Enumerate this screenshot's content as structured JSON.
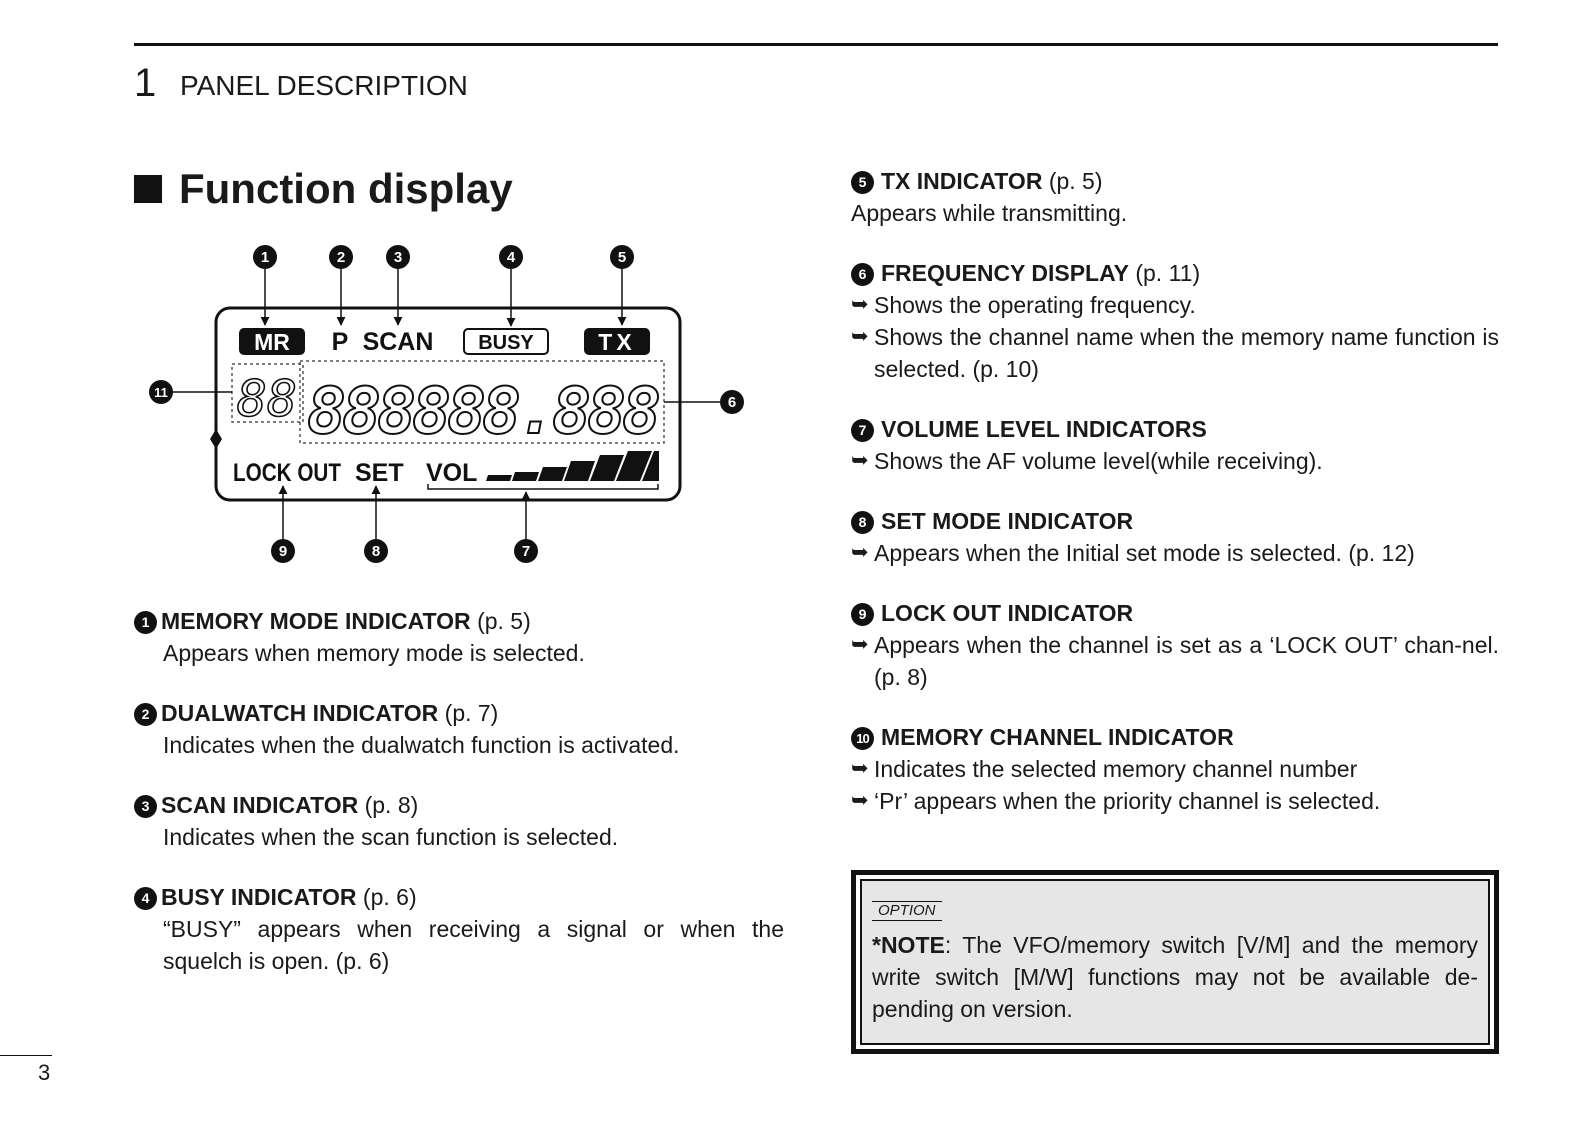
{
  "header": {
    "section_number": "1",
    "section_title": "PANEL DESCRIPTION"
  },
  "main": {
    "title": "Function display"
  },
  "display": {
    "mr": "MR",
    "p": "P",
    "scan": "SCAN",
    "busy": "BUSY",
    "tx": "TX",
    "lockout": "LOCK OUT",
    "set": "SET",
    "vol": "VOL",
    "channel_digits": "88",
    "freq_chars": "888888.888"
  },
  "callouts": [
    "1",
    "2",
    "3",
    "4",
    "5",
    "6",
    "7",
    "8",
    "9",
    "11"
  ],
  "left_items": [
    {
      "num": "1",
      "label": "MEMORY MODE INDICATOR",
      "page": "(p. 5)",
      "desc": "Appears when memory mode is selected."
    },
    {
      "num": "2",
      "label": "DUALWATCH INDICATOR",
      "page": "(p. 7)",
      "desc": "Indicates when the dualwatch function is activated."
    },
    {
      "num": "3",
      "label": "SCAN INDICATOR",
      "page": "(p. 8)",
      "desc": "Indicates when the scan function is selected."
    },
    {
      "num": "4",
      "label": "BUSY INDICATOR",
      "page": "(p. 6)",
      "desc": "“BUSY” appears when receiving a signal or when the squelch is open. (p. 6)"
    }
  ],
  "right_items": [
    {
      "num": "5",
      "label": "TX INDICATOR",
      "page": "(p. 5)",
      "desc": "Appears while transmitting."
    },
    {
      "num": "6",
      "label": "FREQUENCY DISPLAY",
      "page": "(p. 11)",
      "bullets": [
        "Shows the operating frequency.",
        "Shows the channel name when the memory name function is selected. (p. 10)"
      ]
    },
    {
      "num": "7",
      "label": "VOLUME LEVEL INDICATORS",
      "bullets": [
        "Shows the AF volume level(while receiving)."
      ]
    },
    {
      "num": "8",
      "label": "SET MODE INDICATOR",
      "bullets": [
        "Appears when the Initial set mode is selected. (p. 12)"
      ]
    },
    {
      "num": "9",
      "label": "LOCK OUT INDICATOR",
      "bullets": [
        "Appears when the channel is set as a ‘LOCK OUT’ chan-nel. (p. 8)"
      ]
    },
    {
      "num": "10",
      "label": "MEMORY CHANNEL INDICATOR",
      "bullets": [
        "Indicates the selected memory channel number",
        "‘Pr’ appears when the priority channel is selected."
      ]
    }
  ],
  "note": {
    "option": "OPTION",
    "label": "*NOTE",
    "text": ": The VFO/memory switch [V/M] and the memory write switch [M/W] functions may not be available de-pending on version."
  },
  "footer": {
    "page_number": "3"
  },
  "icons": {
    "bullet_arrow": "arrow-right-icon",
    "section_square": "square-icon"
  }
}
